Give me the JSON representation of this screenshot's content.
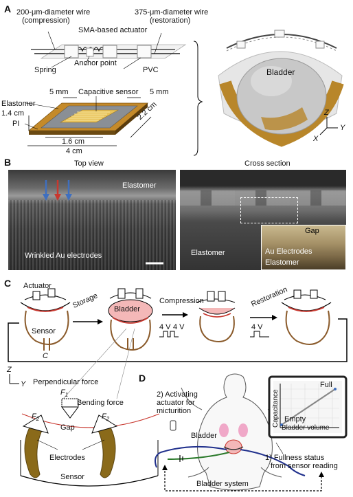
{
  "panels": {
    "a": "A",
    "b": "B",
    "c": "C",
    "d": "D"
  },
  "panel_a": {
    "wire_compression_1": "200-μm-diameter wire",
    "wire_compression_2": "(compression)",
    "wire_restoration_1": "375-μm-diameter wire",
    "wire_restoration_2": "(restoration)",
    "sma_actuator": "SMA-based actuator",
    "anchor_point": "Anchor point",
    "spring": "Spring",
    "pvc": "PVC",
    "dim_5mm_left": "5 mm",
    "dim_5mm_right": "5 mm",
    "capacitive_sensor": "Capacitive sensor",
    "elastomer": "Elastomer",
    "dim_1_4cm": "1.4 cm",
    "pi": "PI",
    "dim_1_6cm": "1.6 cm",
    "dim_4cm": "4 cm",
    "dim_2_2cm": "2.2 cm",
    "bladder": "Bladder",
    "axis_z": "Z",
    "axis_y": "Y",
    "axis_x": "X"
  },
  "panel_b": {
    "top_view": "Top view",
    "cross_section": "Cross section",
    "elastomer_left": "Elastomer",
    "wrinkled": "Wrinkled Au electrodes",
    "elastomer_right": "Elastomer",
    "gap": "Gap",
    "au_electrodes": "Au Electrodes",
    "elastomer_inset": "Elastomer"
  },
  "panel_c": {
    "actuator": "Actuator",
    "bladder": "Bladder",
    "sensor": "Sensor",
    "cap_symbol": "C",
    "storage": "Storage",
    "compression": "Compression",
    "restoration": "Restoration",
    "v1": "4 V",
    "v2": "4 V",
    "v3": "4 V",
    "axis_z": "Z",
    "axis_y": "Y",
    "perpendicular_force": "Perpendicular force",
    "f1": "F",
    "f1_sub": "1",
    "bending_force": "Bending force",
    "f2": "F",
    "f2_sub": "2",
    "f3": "F",
    "f3_sub": "2",
    "gap": "Gap",
    "electrodes": "Electrodes",
    "sensor_bottom": "Sensor"
  },
  "panel_d": {
    "activating_1": "2) Activating",
    "activating_2": "actuator for",
    "activating_3": "micturition",
    "bladder": "Bladder",
    "fullness_1": "1) Fullness status",
    "fullness_2": "from sensor reading",
    "bladder_system": "Bladder system",
    "capacitance": "Capacitance",
    "full": "Full",
    "empty": "Empty",
    "bladder_volume": "Bladder volume"
  },
  "colors": {
    "sem_dark": "#2b2b2b",
    "sem_mid": "#8a8a8a",
    "gold": "#b8862a",
    "bladder_pink": "#f4b8b8",
    "arrow_blue": "#3f6fbf",
    "arrow_red": "#c8382f",
    "pvc_blue": "#1f2f8c"
  }
}
